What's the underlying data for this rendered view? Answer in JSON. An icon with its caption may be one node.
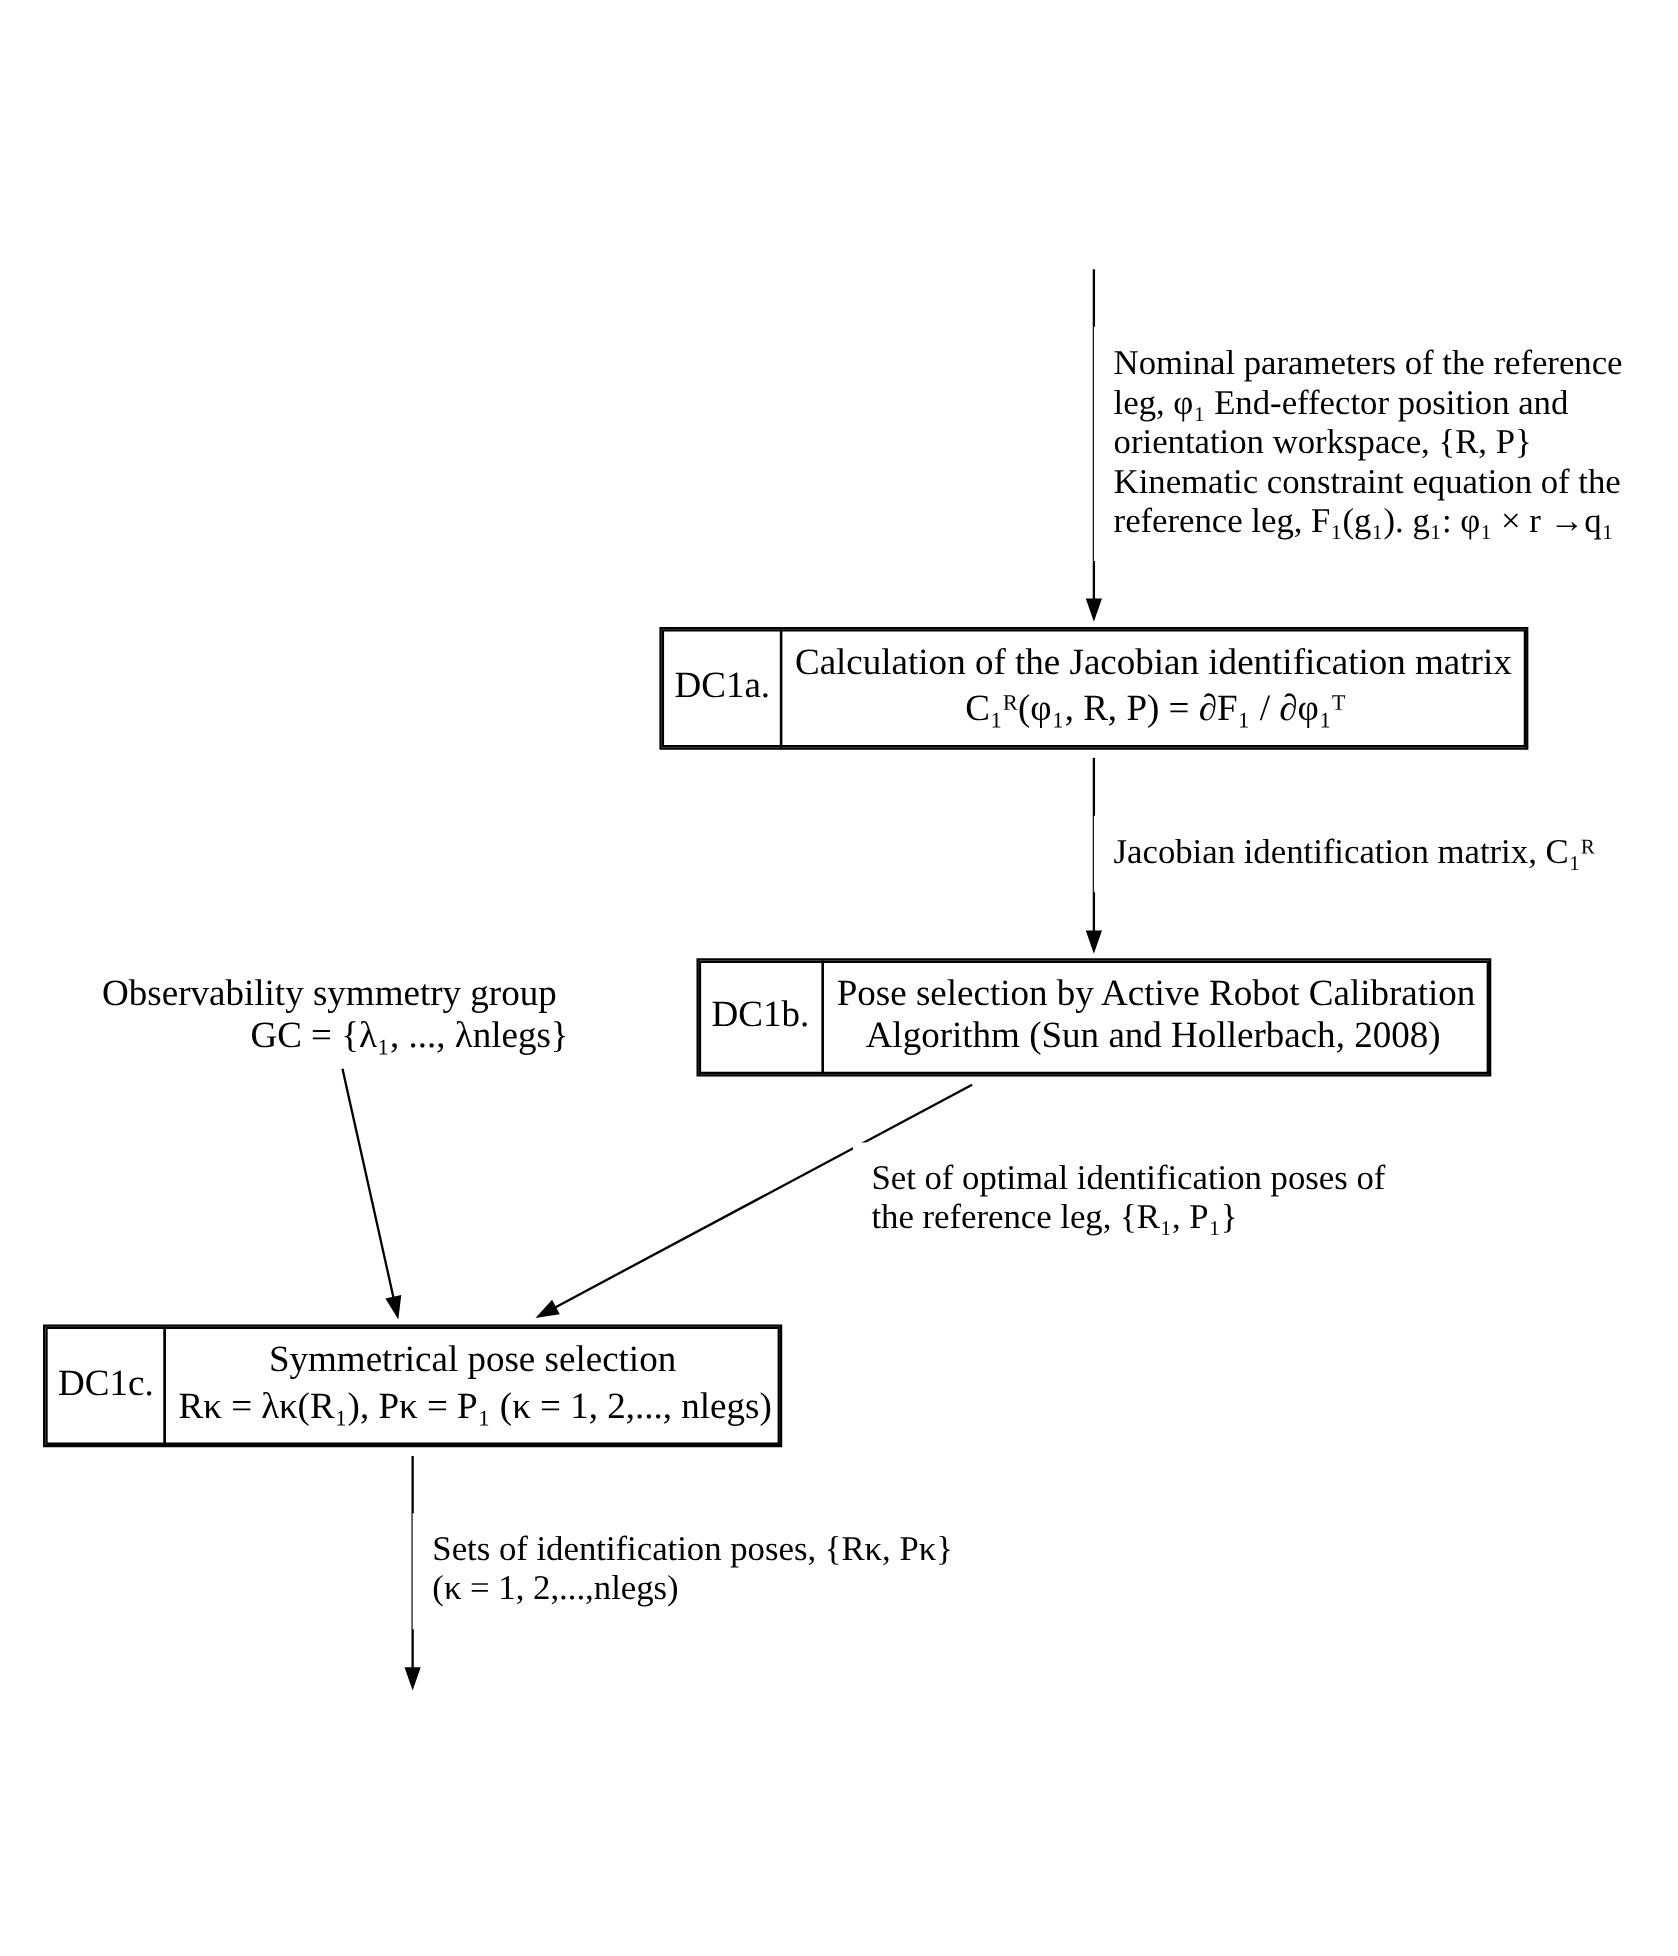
{
  "diagram": {
    "nodes": [
      {
        "text": [
          "DC1a.",
          "Calculation of the Jacobian identification matrix",
          "C₁ᴿ(φ₁, R, P) = ∂F₁ / ∂φ₁ᵀ"
        ]
      },
      {
        "text": [
          "DC1b.",
          "Pose selection by Active Robot Calibration Algorithm (Sun and Hollerbach, 2008)"
        ]
      },
      {
        "text": [
          "DC1c.",
          "Symmetrical pose selection",
          "Rκ = λκ(R₁), Pκ = P₁ (κ = 1, 2,..., nlegs)"
        ]
      },
      {
        "text": [
          "Observability symmetry group",
          "GC = {λ₁, ..., λnlegs}"
        ]
      }
    ],
    "edges": [
      {
        "from": null,
        "to": 0,
        "arrow": "to",
        "label": "Nominal parameters of the reference leg, φ₁ End-effector position and orientation workspace, {R, P} Kinematic constraint equation of the reference leg, F₁(g₁). g₁: φ₁ × r →q₁"
      },
      {
        "from": 0,
        "to": 1,
        "arrow": "to",
        "label": "Jacobian identification matrix, C₁ᴿ"
      },
      {
        "from": 1,
        "to": 2,
        "arrow": "to",
        "label": "Set of optimal identification poses of the reference leg, {R₁, P₁}"
      },
      {
        "from": 3,
        "to": 2,
        "arrow": "to"
      },
      {
        "from": 2,
        "to": null,
        "arrow": "to",
        "label": "Sets of identification poses, {Rκ, Pκ} (κ = 1, 2,...,nlegs)"
      }
    ]
  }
}
